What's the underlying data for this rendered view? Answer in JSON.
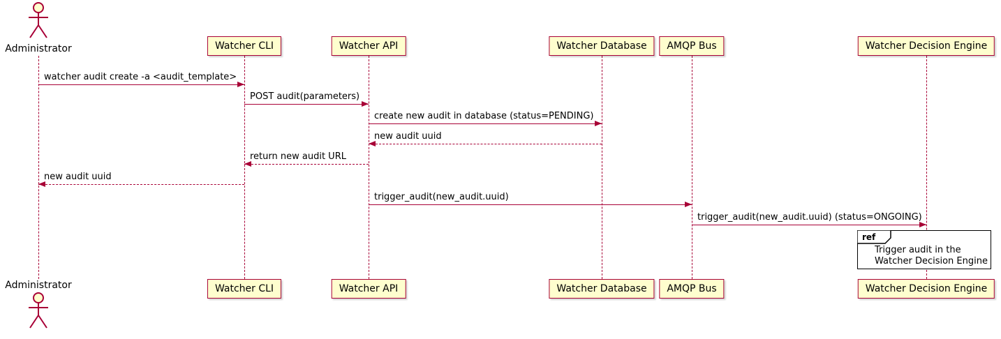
{
  "diagram": {
    "type": "sequence",
    "actor": {
      "name": "Administrator"
    },
    "participants": [
      {
        "label": "Watcher CLI"
      },
      {
        "label": "Watcher API"
      },
      {
        "label": "Watcher Database"
      },
      {
        "label": "AMQP Bus"
      },
      {
        "label": "Watcher Decision Engine"
      }
    ],
    "messages": [
      {
        "label": "watcher audit create -a <audit_template>",
        "from": "Administrator",
        "to": "Watcher CLI",
        "line": "solid",
        "direction": "right"
      },
      {
        "label": "POST audit(parameters)",
        "from": "Watcher CLI",
        "to": "Watcher API",
        "line": "solid",
        "direction": "right"
      },
      {
        "label": "create new audit in database (status=PENDING)",
        "from": "Watcher API",
        "to": "Watcher Database",
        "line": "solid",
        "direction": "right"
      },
      {
        "label": "new audit uuid",
        "from": "Watcher Database",
        "to": "Watcher API",
        "line": "dashed",
        "direction": "left"
      },
      {
        "label": "return new audit URL",
        "from": "Watcher API",
        "to": "Watcher CLI",
        "line": "dashed",
        "direction": "left"
      },
      {
        "label": "new audit uuid",
        "from": "Watcher CLI",
        "to": "Administrator",
        "line": "dashed",
        "direction": "left"
      },
      {
        "label": "trigger_audit(new_audit.uuid)",
        "from": "Watcher API",
        "to": "AMQP Bus",
        "line": "solid",
        "direction": "right"
      },
      {
        "label": "trigger_audit(new_audit.uuid) (status=ONGOING)",
        "from": "AMQP Bus",
        "to": "Watcher Decision Engine",
        "line": "solid",
        "direction": "right"
      }
    ],
    "ref": {
      "keyword": "ref",
      "lines": [
        "Trigger audit in the",
        "Watcher Decision Engine"
      ]
    },
    "colors": {
      "participant_fill": "#FEFECE",
      "stroke": "#A80036",
      "frame_border": "#000000"
    }
  }
}
